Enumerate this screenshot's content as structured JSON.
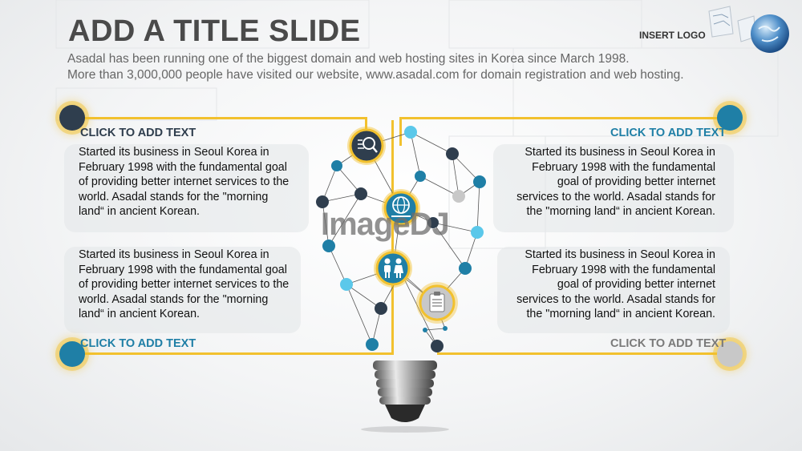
{
  "slide": {
    "title": "ADD A TITLE SLIDE",
    "subtitle_line1": "Asadal has been running one of the biggest domain and web hosting sites in Korea since March 1998.",
    "subtitle_line2": "More than 3,000,000 people have visited our website,  www.asadal.com for domain registration and web hosting.",
    "logo_label": "INSERT LOGO",
    "watermark": "ImageDJ"
  },
  "left": {
    "top_heading": "CLICK TO ADD TEXT",
    "bottom_heading": "CLICK TO ADD TEXT",
    "para1": [
      "Started its business in Seoul Korea  in",
      "February 1998 with the fundamental goal",
      "of providing better internet services to the",
      "world. Asadal stands for the \"morning",
      "land“ in ancient Korean."
    ],
    "para2": [
      "Started its business in Seoul Korea  in",
      "February 1998 with the fundamental goal",
      "of providing better internet services to the",
      "world. Asadal stands for the \"morning",
      "land“ in ancient Korean."
    ]
  },
  "right": {
    "top_heading": "CLICK TO ADD TEXT",
    "bottom_heading": "CLICK TO ADD TEXT",
    "para1": [
      "Started its business in Seoul Korea  in",
      "February 1998 with the fundamental",
      "goal of providing better internet",
      "services to the world. Asadal stands for",
      "the \"morning land“ in ancient Korean."
    ],
    "para2": [
      "Started its business in Seoul Korea  in",
      "February 1998 with the fundamental",
      "goal of providing better internet",
      "services to the world. Asadal stands for",
      "the \"morning land“ in ancient Korean."
    ]
  },
  "colors": {
    "accent_yellow": "#f2c12e",
    "teal": "#1f7fa6",
    "dark_navy": "#2f3e4e",
    "heading_gray": "#7a7a7a",
    "heading_dark": "#2f3e4e",
    "light_blue": "#5bc8ea",
    "silver": "#c8c8c8"
  },
  "icons": [
    "search-icon",
    "globe-icon",
    "people-icon",
    "clipboard-icon",
    "light-bulb-icon"
  ]
}
